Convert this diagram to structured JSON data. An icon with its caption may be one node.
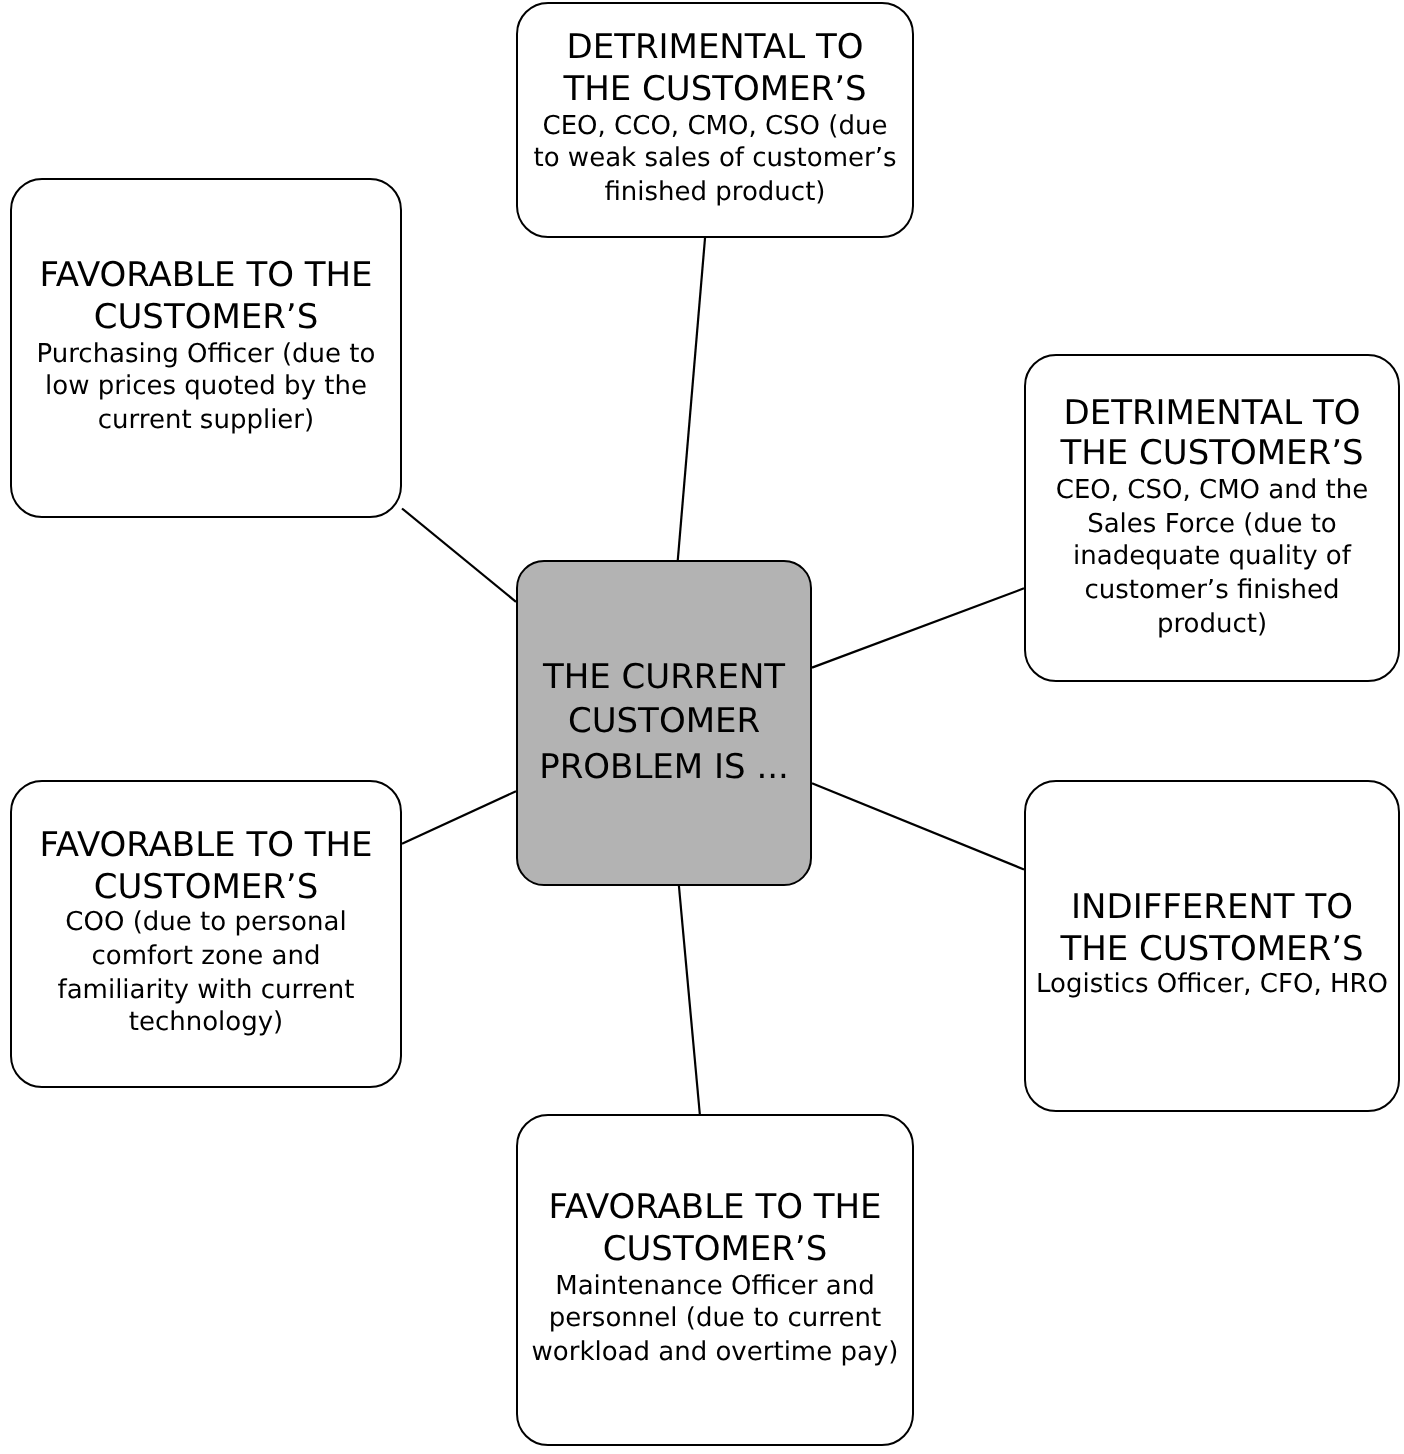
{
  "diagram": {
    "nodes": [
      {
        "text": [
          "DETRIMENTAL TO THE CUSTOMER’S",
          "CEO, CCO, CMO, CSO (due to weak sales of customer’s finished product)"
        ]
      },
      {
        "text": [
          "FAVORABLE TO THE CUSTOMER’S",
          "Purchasing Officer (due to low prices quoted by the current supplier)"
        ]
      },
      {
        "text": [
          "DETRIMENTAL TO THE CUSTOMER’S",
          "CEO, CSO, CMO and the Sales Force (due to inadequate quality of customer’s finished product)"
        ]
      },
      {
        "text": [
          "THE CURRENT CUSTOMER PROBLEM IS ..."
        ]
      },
      {
        "text": [
          "FAVORABLE TO THE CUSTOMER’S",
          "COO (due to personal comfort zone and familiarity with current technology)"
        ]
      },
      {
        "text": [
          "INDIFFERENT TO THE CUSTOMER’S",
          "Logistics Officer, CFO, HRO"
        ]
      },
      {
        "text": [
          "FAVORABLE TO THE CUSTOMER’S",
          "Maintenance Officer and personnel (due to current workload and overtime pay)"
        ]
      }
    ],
    "edges": [
      {
        "from": 3,
        "to": 0,
        "arrow": "none"
      },
      {
        "from": 3,
        "to": 1,
        "arrow": "none"
      },
      {
        "from": 3,
        "to": 2,
        "arrow": "none"
      },
      {
        "from": 3,
        "to": 4,
        "arrow": "none"
      },
      {
        "from": 3,
        "to": 5,
        "arrow": "none"
      },
      {
        "from": 3,
        "to": 6,
        "arrow": "none"
      }
    ]
  }
}
